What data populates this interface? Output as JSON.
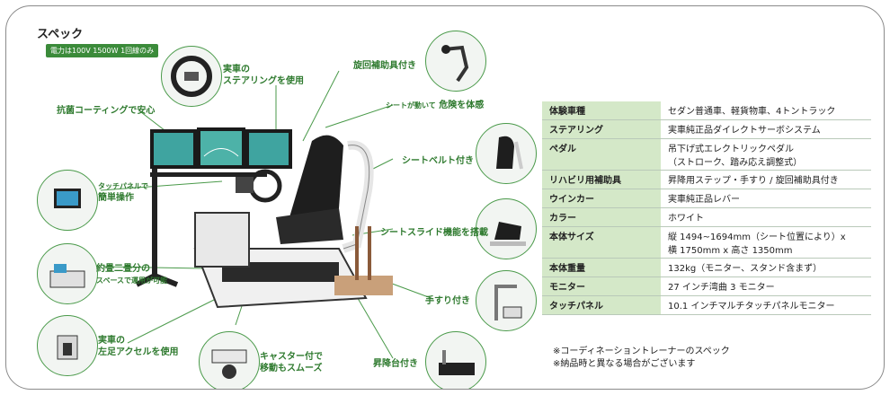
{
  "page": {
    "title": "スペック",
    "power_badge": "電力は100V 1500W 1回線のみ"
  },
  "callouts": {
    "steering": [
      "実車の",
      "ステアリングを使用"
    ],
    "rotation": "旋回補助具付き",
    "antibac": "抗菌コーティングで安心",
    "danger_small": "シートが動いて",
    "danger_big": "危険を体感",
    "touch_small": "タッチパネルで",
    "touch_big": "簡単操作",
    "seatbelt": "シートベルト付き",
    "space_big": "約畳二畳分の",
    "space_small": "スペースで運用が可能",
    "slide": "シートスライド機能を搭載",
    "handrail": "手すり付き",
    "accel": [
      "実車の",
      "左足アクセルを使用"
    ],
    "caster": [
      "キャスター付で",
      "移動もスムーズ"
    ],
    "step": "昇降台付き"
  },
  "spec_table": [
    {
      "label": "体験車種",
      "value": [
        "セダン普通車、軽貨物車、4トントラック"
      ]
    },
    {
      "label": "ステアリング",
      "value": [
        "実車純正品ダイレクトサーボシステム"
      ]
    },
    {
      "label": "ペダル",
      "value": [
        "吊下げ式エレクトリックペダル",
        "（ストローク、踏み応え調整式）"
      ]
    },
    {
      "label": "リハビリ用補助具",
      "value": [
        "昇降用ステップ・手すり / 旋回補助具付き"
      ]
    },
    {
      "label": "ウインカー",
      "value": [
        "実車純正品レバー"
      ]
    },
    {
      "label": "カラー",
      "value": [
        "ホワイト"
      ]
    },
    {
      "label": "本体サイズ",
      "value": [
        "縦 1494~1694mm（シート位置により）x",
        "横 1750mm x 高さ 1350mm"
      ]
    },
    {
      "label": "本体重量",
      "value": [
        "132kg（モニター、スタンド含まず）"
      ]
    },
    {
      "label": "モニター",
      "value": [
        "27 インチ湾曲 3 モニター"
      ]
    },
    {
      "label": "タッチパネル",
      "value": [
        "10.1 インチマルチタッチパネルモニター"
      ]
    }
  ],
  "notes": [
    "※コーディネーショントレーナーのスペック",
    "※納品時と異なる場合がございます"
  ],
  "colors": {
    "accent_green": "#2e7a2e",
    "table_label_bg": "#d4e8c8",
    "badge_bg": "#3b8b3a"
  }
}
